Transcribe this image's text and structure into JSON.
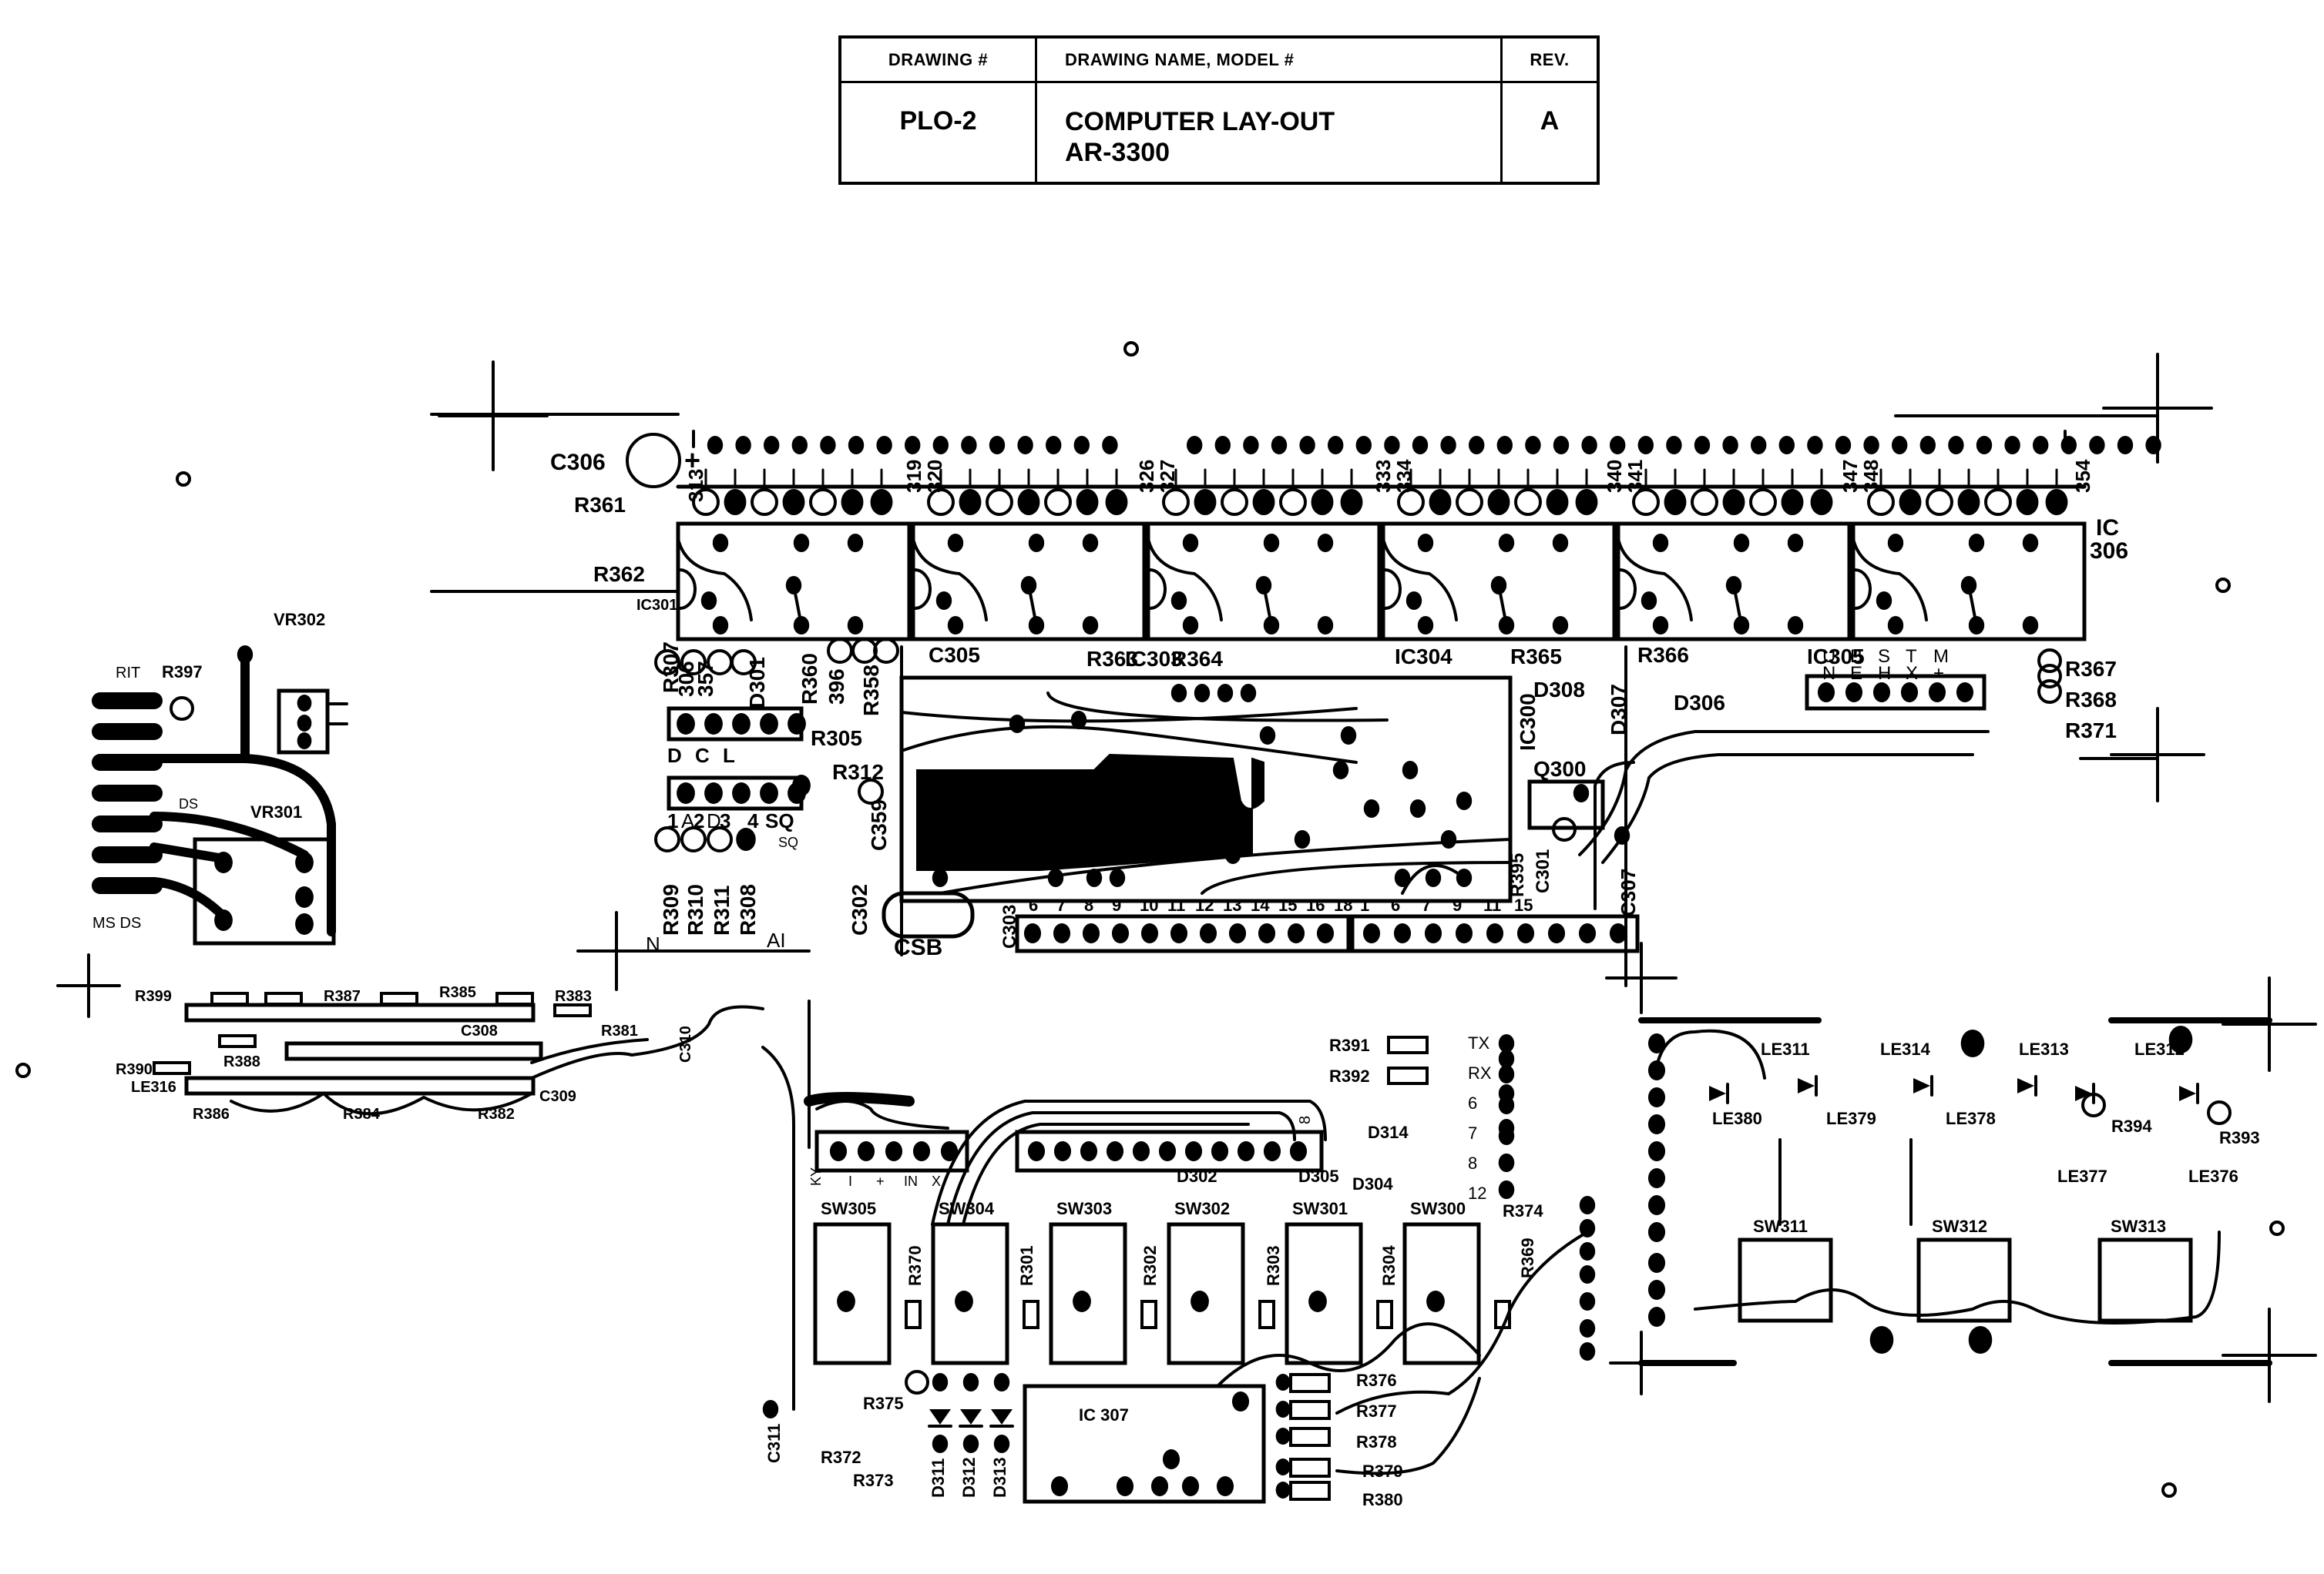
{
  "title_block": {
    "headers": {
      "drawing_number": "DRAWING #",
      "drawing_name": "DRAWING NAME, MODEL #",
      "revision": "REV."
    },
    "drawing_number": "PLO-2",
    "drawing_name_line1": "COMPUTER LAY-OUT",
    "drawing_name_line2": "AR-3300",
    "revision": "A"
  },
  "colors": {
    "ink": "#000000",
    "paper": "#ffffff"
  },
  "main_board": {
    "top_labels": [
      "C306",
      "R361",
      "R362",
      "IC301",
      "313",
      "319",
      "320",
      "326",
      "327",
      "333",
      "334",
      "340",
      "341",
      "347",
      "348",
      "354",
      "IC 306"
    ],
    "mid_labels": [
      "R307",
      "306",
      "357",
      "D301",
      "R360",
      "396",
      "R358",
      "C305",
      "R363",
      "IC303",
      "R364",
      "IC304",
      "R365",
      "R366",
      "IC305",
      "D308",
      "D307",
      "D306",
      "IC300",
      "Q300",
      "R305",
      "R312",
      "C359",
      "R367",
      "R368",
      "R371"
    ],
    "connector_letters_top": [
      "U",
      "B",
      "S",
      "T",
      "M"
    ],
    "connector_letters_bottom": [
      "N",
      "E",
      "H",
      "X",
      "+"
    ],
    "dcl_labels": [
      "D",
      "C",
      "L"
    ],
    "sq_labels": [
      "1",
      "A",
      "2",
      "D",
      "3",
      "4",
      "SQ",
      "SQ"
    ],
    "bottom_labels": [
      "R309",
      "R310",
      "R311",
      "R308",
      "N",
      "AI",
      "C302",
      "CSB",
      "C303",
      "R395",
      "C301",
      "C307"
    ],
    "pin_numbers": [
      "6",
      "7",
      "8",
      "9",
      "10",
      "11",
      "12",
      "13",
      "14",
      "15",
      "16",
      "18",
      "1",
      "6",
      "7",
      "9",
      "11",
      "15"
    ]
  },
  "vr_board": {
    "labels": [
      "VR302",
      "R397",
      "RIT",
      "VR301",
      "DS",
      "MS DS"
    ]
  },
  "led_strip_board": {
    "labels": [
      "R399",
      "R387",
      "R385",
      "R383",
      "R381",
      "LE316",
      "R388",
      "R390",
      "R386",
      "R384",
      "R382",
      "C308",
      "C309",
      "C310"
    ]
  },
  "switch_board": {
    "switches": [
      "SW305",
      "SW304",
      "SW303",
      "SW302",
      "SW301",
      "SW300"
    ],
    "labels": [
      "R370",
      "R301",
      "R302",
      "R303",
      "R304",
      "R369",
      "R374",
      "D302",
      "D305",
      "D314",
      "D304",
      "R391",
      "R392",
      "IC 307",
      "R375",
      "R372",
      "R373",
      "C311",
      "D311",
      "D312",
      "D313",
      "R376",
      "R377",
      "R378",
      "R379",
      "R380"
    ],
    "connector_pins": [
      "TX",
      "RX",
      "6",
      "7",
      "8",
      "12"
    ],
    "small_connector_labels": [
      "KY",
      "I",
      "+",
      "IN",
      "X"
    ],
    "header_pin_label": "8"
  },
  "right_board": {
    "leds": [
      "LE311",
      "LE314",
      "LE313",
      "LE312",
      "LE380",
      "LE379",
      "LE378",
      "LE377",
      "LE376"
    ],
    "switches": [
      "SW311",
      "SW312",
      "SW313"
    ],
    "labels": [
      "R394",
      "R393"
    ]
  }
}
